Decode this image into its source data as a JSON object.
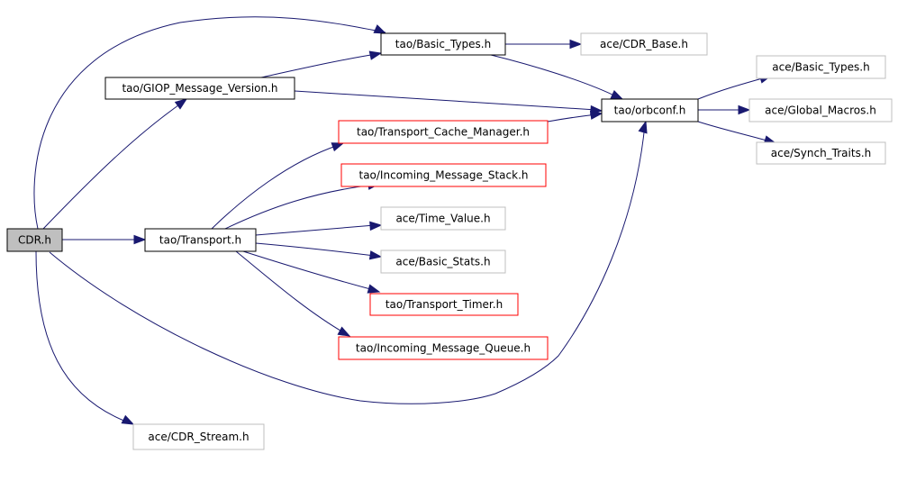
{
  "colors": {
    "edge": "#191970",
    "focus_fill": "#bfbfbf",
    "documented_border": "#000000",
    "undocumented_border": "#ff0000",
    "external_border": "#bfbfbf"
  },
  "nodes": [
    {
      "id": "cdr",
      "label": "CDR.h",
      "kind": "focus"
    },
    {
      "id": "giop",
      "label": "tao/GIOP_Message_Version.h",
      "kind": "documented"
    },
    {
      "id": "basic_types",
      "label": "tao/Basic_Types.h",
      "kind": "documented"
    },
    {
      "id": "cdr_base",
      "label": "ace/CDR_Base.h",
      "kind": "external"
    },
    {
      "id": "orbconf",
      "label": "tao/orbconf.h",
      "kind": "documented"
    },
    {
      "id": "ace_basic_types",
      "label": "ace/Basic_Types.h",
      "kind": "external"
    },
    {
      "id": "global_macros",
      "label": "ace/Global_Macros.h",
      "kind": "external"
    },
    {
      "id": "synch_traits",
      "label": "ace/Synch_Traits.h",
      "kind": "external"
    },
    {
      "id": "tcm",
      "label": "tao/Transport_Cache_Manager.h",
      "kind": "undocumented"
    },
    {
      "id": "ims",
      "label": "tao/Incoming_Message_Stack.h",
      "kind": "undocumented"
    },
    {
      "id": "transport",
      "label": "tao/Transport.h",
      "kind": "documented"
    },
    {
      "id": "time_value",
      "label": "ace/Time_Value.h",
      "kind": "external"
    },
    {
      "id": "basic_stats",
      "label": "ace/Basic_Stats.h",
      "kind": "external"
    },
    {
      "id": "transport_timer",
      "label": "tao/Transport_Timer.h",
      "kind": "undocumented"
    },
    {
      "id": "imq",
      "label": "tao/Incoming_Message_Queue.h",
      "kind": "undocumented"
    },
    {
      "id": "cdr_stream",
      "label": "ace/CDR_Stream.h",
      "kind": "external"
    }
  ],
  "edges": [
    {
      "from": "cdr",
      "to": "basic_types"
    },
    {
      "from": "cdr",
      "to": "giop"
    },
    {
      "from": "cdr",
      "to": "transport"
    },
    {
      "from": "cdr",
      "to": "orbconf"
    },
    {
      "from": "cdr",
      "to": "cdr_stream"
    },
    {
      "from": "giop",
      "to": "basic_types"
    },
    {
      "from": "giop",
      "to": "orbconf"
    },
    {
      "from": "basic_types",
      "to": "cdr_base"
    },
    {
      "from": "basic_types",
      "to": "orbconf"
    },
    {
      "from": "tcm",
      "to": "orbconf"
    },
    {
      "from": "orbconf",
      "to": "ace_basic_types"
    },
    {
      "from": "orbconf",
      "to": "global_macros"
    },
    {
      "from": "orbconf",
      "to": "synch_traits"
    },
    {
      "from": "transport",
      "to": "tcm"
    },
    {
      "from": "transport",
      "to": "ims"
    },
    {
      "from": "transport",
      "to": "time_value"
    },
    {
      "from": "transport",
      "to": "basic_stats"
    },
    {
      "from": "transport",
      "to": "transport_timer"
    },
    {
      "from": "transport",
      "to": "imq"
    }
  ]
}
